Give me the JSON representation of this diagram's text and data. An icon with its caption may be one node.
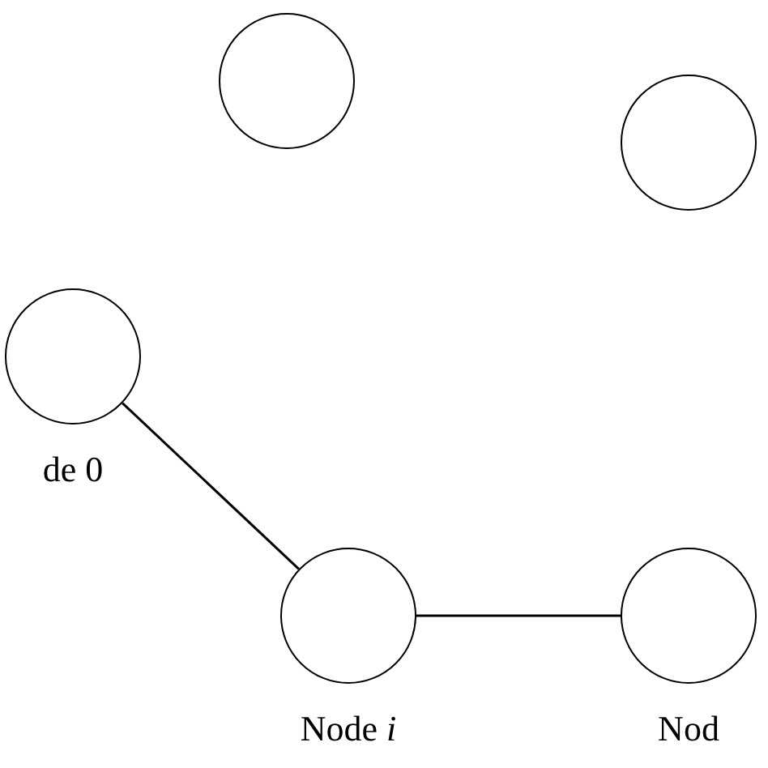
{
  "diagram": {
    "nodes": [
      {
        "text": [],
        "shape": "circle"
      },
      {
        "text": [],
        "shape": "circle"
      },
      {
        "text": [
          "de 0"
        ]
      },
      {
        "text": [
          "Node *i*"
        ]
      },
      {
        "text": [
          "Nod"
        ]
      }
    ],
    "edges": [
      {
        "from": 2,
        "to": 3,
        "arrow": "none"
      },
      {
        "from": 3,
        "to": 4,
        "arrow": "none"
      }
    ]
  }
}
